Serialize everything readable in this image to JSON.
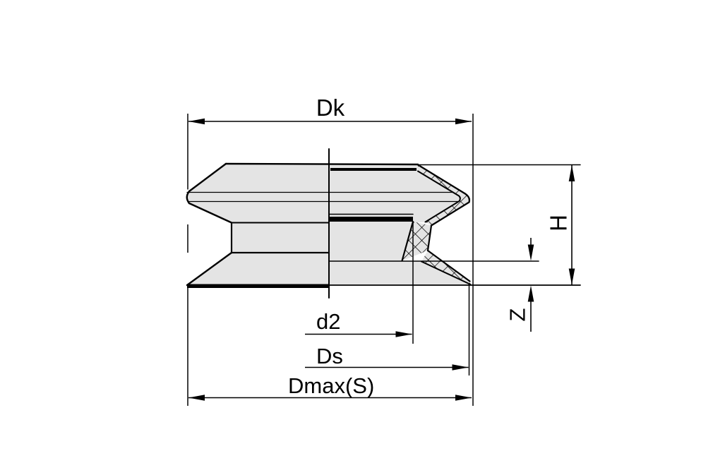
{
  "drawing": {
    "description": "suction cup cross-section technical drawing",
    "colors": {
      "background": "#ffffff",
      "part_fill": "#e4e4e4",
      "line": "#000000"
    },
    "dimension_labels": {
      "dk": "Dk",
      "h": "H",
      "z": "Z",
      "d2": "d2",
      "ds": "Ds",
      "dmax_s": "Dmax(S)"
    }
  }
}
